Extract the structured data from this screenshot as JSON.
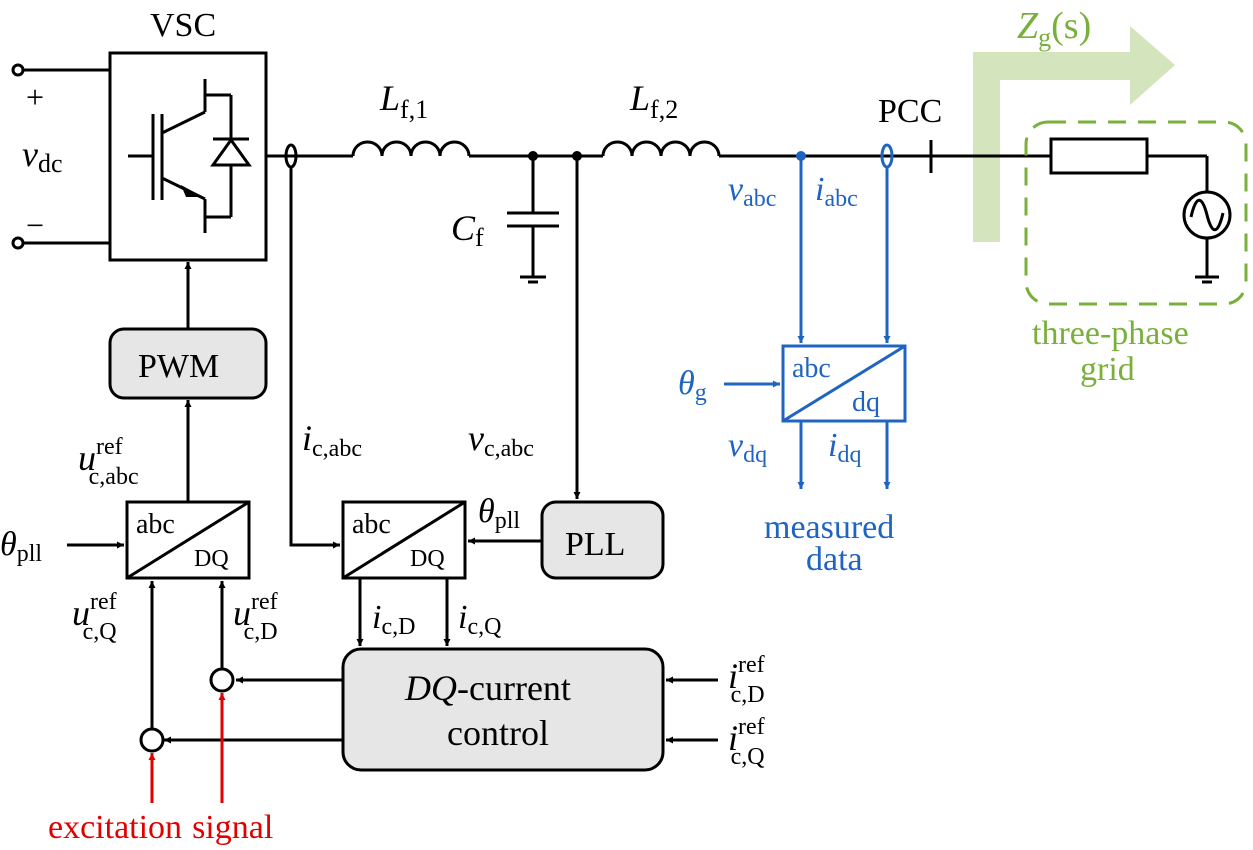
{
  "colors": {
    "black": "#000000",
    "measurement_blue": "#1f64c0",
    "excitation_red": "#e00000",
    "grid_green": "#79b03b",
    "impedance_arrow_green": "#d3e5bd",
    "block_fill_gray": "#e6e6e6"
  },
  "dc_side": {
    "plus": "+",
    "minus": "−",
    "vdc_main": "v",
    "vdc_sub": "dc"
  },
  "vsc": {
    "label": "VSC"
  },
  "filter": {
    "lf1_main": "L",
    "lf1_sub": "f,1",
    "lf2_main": "L",
    "lf2_sub": "f,2",
    "cf_main": "C",
    "cf_sub": "f"
  },
  "pcc": {
    "label": "PCC"
  },
  "grid": {
    "impedance_main": "Z",
    "impedance_sub": "g",
    "impedance_arg": "(s)",
    "label_line1": "three-phase",
    "label_line2": "grid"
  },
  "measurement": {
    "v_main": "v",
    "v_sub": "abc",
    "i_main": "i",
    "i_sub": "abc",
    "theta_main": "θ",
    "theta_sub": "g",
    "transform_top": "abc",
    "transform_bottom": "dq",
    "vdq_main": "v",
    "vdq_sub": "dq",
    "idq_main": "i",
    "idq_sub": "dq",
    "output_line1": "measured",
    "output_line2": "data"
  },
  "control": {
    "pwm_label": "PWM",
    "pll_label": "PLL",
    "uref_abc_main": "u",
    "uref_abc_sup": "ref",
    "uref_abc_sub": "c,abc",
    "theta_pll_main": "θ",
    "theta_pll_sub": "pll",
    "transform1_top": "abc",
    "transform1_bottom": "DQ",
    "transform2_top": "abc",
    "transform2_bottom": "DQ",
    "ic_abc_main": "i",
    "ic_abc_sub": "c,abc",
    "vc_abc_main": "v",
    "vc_abc_sub": "c,abc",
    "uref_q_main": "u",
    "uref_q_sup": "ref",
    "uref_q_sub": "c,Q",
    "uref_d_main": "u",
    "uref_d_sup": "ref",
    "uref_d_sub": "c,D",
    "icd_main": "i",
    "icd_sub": "c,D",
    "icq_main": "i",
    "icq_sub": "c,Q",
    "dq_ctrl_italic": "DQ",
    "dq_ctrl_line1_rest": "-current",
    "dq_ctrl_line2": "control",
    "iref_d_main": "i",
    "iref_d_sup": "ref",
    "iref_d_sub": "c,D",
    "iref_q_main": "i",
    "iref_q_sup": "ref",
    "iref_q_sub": "c,Q"
  },
  "excitation": {
    "label_word1": "excitation",
    "label_word2": "signal"
  }
}
